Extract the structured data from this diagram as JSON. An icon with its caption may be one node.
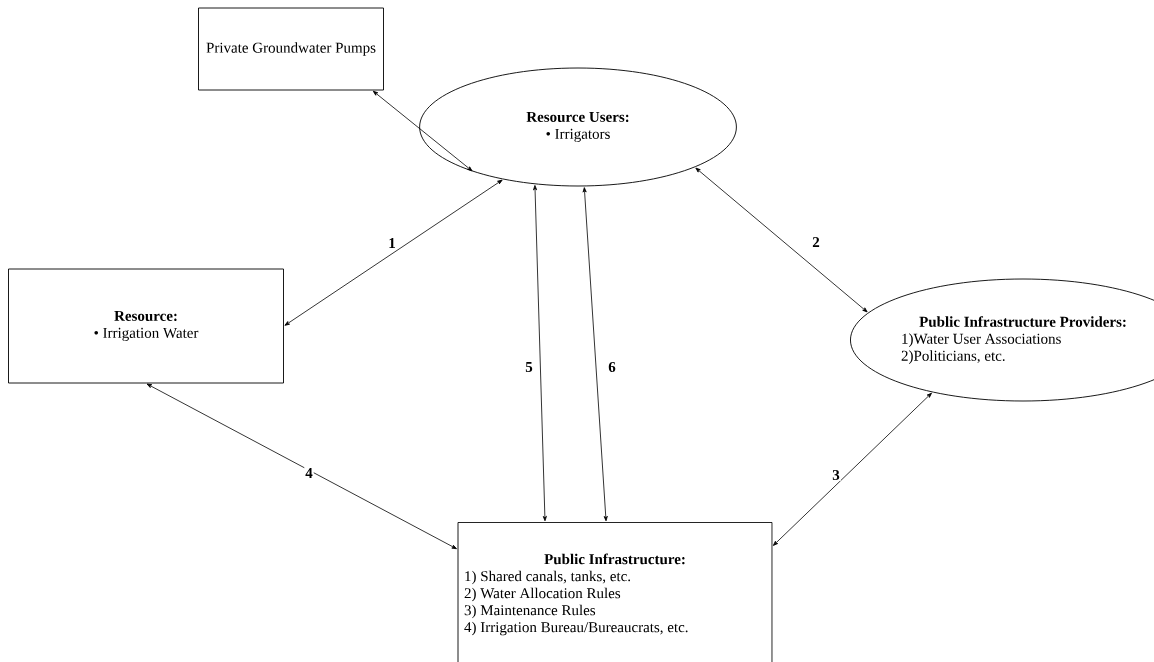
{
  "diagram": {
    "nodes": [
      {
        "text": [
          "Private Groundwater Pumps"
        ]
      },
      {
        "text": [
          "Resource Users:",
          "• Irrigators"
        ]
      },
      {
        "text": [
          "Resource:",
          "• Irrigation Water"
        ]
      },
      {
        "text": [
          "Public Infrastructure Providers:",
          "1)Water User Associations",
          "2)Politicians, etc."
        ]
      },
      {
        "text": [
          "Public Infrastructure:",
          "1) Shared canals, tanks, etc.",
          "2) Water Allocation Rules",
          "3) Maintenance Rules",
          "4) Irrigation Bureau/Bureaucrats, etc."
        ]
      }
    ],
    "edges": [
      {
        "from": 0,
        "to": 1,
        "arrow": "both"
      },
      {
        "from": 1,
        "to": 2,
        "arrow": "both",
        "label": "1"
      },
      {
        "from": 1,
        "to": 3,
        "arrow": "both",
        "label": "2"
      },
      {
        "from": 3,
        "to": 4,
        "arrow": "both",
        "label": "3"
      },
      {
        "from": 2,
        "to": 4,
        "arrow": "both",
        "label": "4"
      },
      {
        "from": 1,
        "to": 4,
        "arrow": "both",
        "label": "5"
      },
      {
        "from": 1,
        "to": 4,
        "arrow": "both",
        "label": "6"
      }
    ]
  }
}
